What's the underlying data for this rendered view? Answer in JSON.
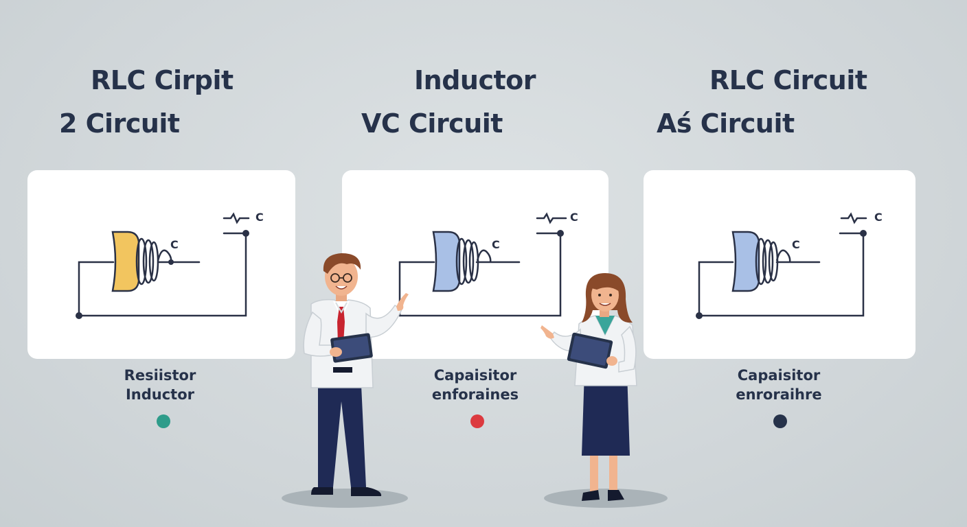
{
  "panels": [
    {
      "title_top": "RLC Cirpit",
      "title_bottom": "2 Circuit",
      "symbol_top_label": "C",
      "symbol_coil_label": "C",
      "caption_line1": "Resiistor",
      "caption_line2": "Inductor",
      "component_fill": "#f2c55f",
      "dot_color": "#2e9c8a"
    },
    {
      "title_top": "Inductor",
      "title_bottom": "VC Circuit",
      "symbol_top_label": "C",
      "symbol_coil_label": "C",
      "caption_line1": "Capaisitor",
      "caption_line2": "enforaines",
      "component_fill": "#a9c0e6",
      "dot_color": "#dc3a3f"
    },
    {
      "title_top": "RLC Circuit",
      "title_bottom": "Aś Circuit",
      "symbol_top_label": "C",
      "symbol_coil_label": "C",
      "caption_line1": "Capaisitor",
      "caption_line2": "enroraihre",
      "component_fill": "#a9c0e6",
      "dot_color": "#26324a"
    }
  ],
  "colors": {
    "ink": "#26324a",
    "wire": "#2a3146"
  }
}
